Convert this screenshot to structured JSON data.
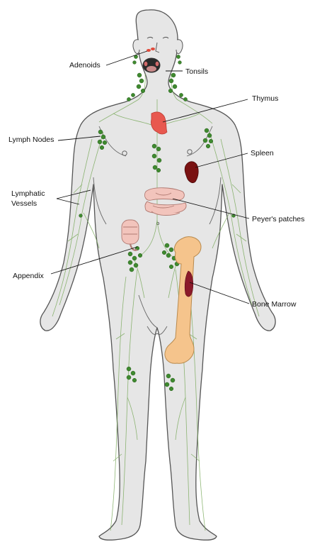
{
  "labels": {
    "adenoids": "Adenoids",
    "tonsils": "Tonsils",
    "thymus": "Thymus",
    "lymph_nodes": "Lymph Nodes",
    "spleen": "Spleen",
    "lymphatic_line1": "Lymphatic",
    "lymphatic_line2": "Vessels",
    "peyers_patches": "Peyer's patches",
    "appendix": "Appendix",
    "bone_marrow": "Bone Marrow"
  },
  "colors": {
    "skin": "#e6e6e6",
    "outline": "#555555",
    "vessel": "#7cab5e",
    "node": "#3f8a2f",
    "thymus": "#e8584f",
    "spleen": "#7a1212",
    "intestine": "#f2c4bc",
    "bone": "#f5c48c",
    "marrow": "#8b1a2a"
  }
}
